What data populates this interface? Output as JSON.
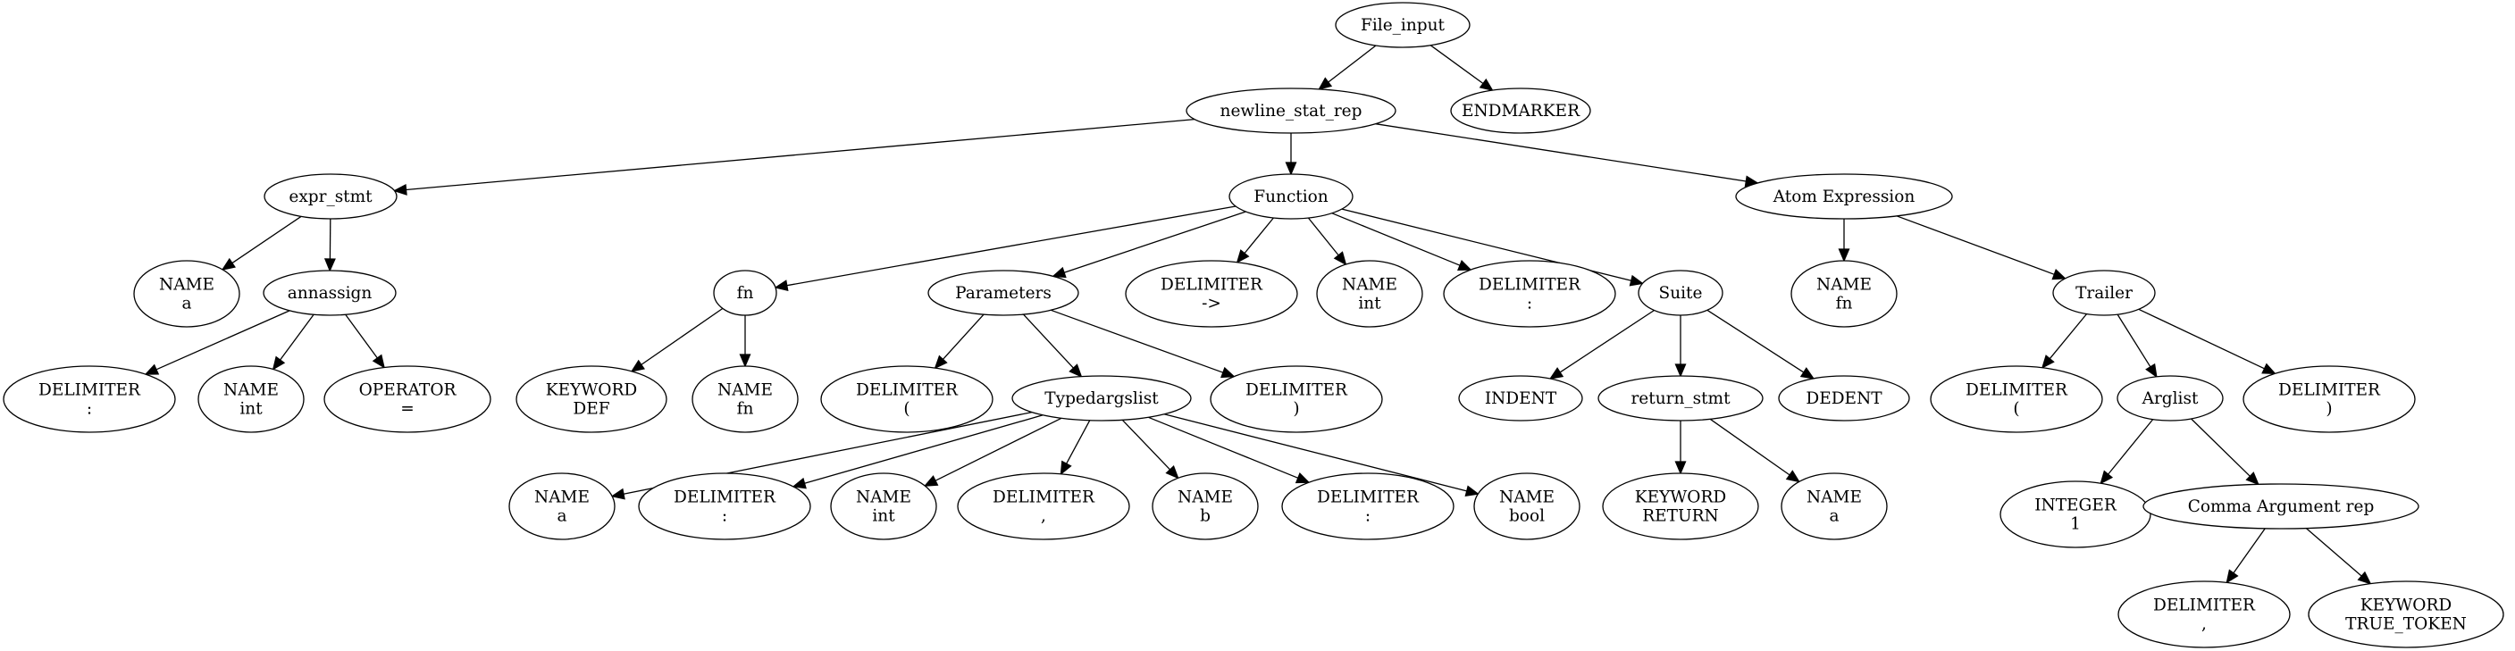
{
  "nodes": {
    "file_input": [
      "File_input"
    ],
    "newline_stat_rep": [
      "newline_stat_rep"
    ],
    "endmarker": [
      "ENDMARKER"
    ],
    "expr_stmt": [
      "expr_stmt"
    ],
    "function": [
      "Function"
    ],
    "atom_expression": [
      "Atom Expression"
    ],
    "name_a_1": [
      "NAME",
      "a"
    ],
    "annassign": [
      "annassign"
    ],
    "delim_colon_1": [
      "DELIMITER",
      ":"
    ],
    "name_int_1": [
      "NAME",
      "int"
    ],
    "operator_eq": [
      "OPERATOR",
      "="
    ],
    "fn": [
      "fn"
    ],
    "keyword_def": [
      "KEYWORD",
      "DEF"
    ],
    "name_fn_1": [
      "NAME",
      "fn"
    ],
    "parameters": [
      "Parameters"
    ],
    "delim_lparen_1": [
      "DELIMITER",
      "("
    ],
    "typedargslist": [
      "Typedargslist"
    ],
    "delim_rparen_1": [
      "DELIMITER",
      ")"
    ],
    "name_a_2": [
      "NAME",
      "a"
    ],
    "delim_colon_2": [
      "DELIMITER",
      ":"
    ],
    "name_int_2": [
      "NAME",
      "int"
    ],
    "delim_comma_1": [
      "DELIMITER",
      ","
    ],
    "name_b": [
      "NAME",
      "b"
    ],
    "delim_colon_3": [
      "DELIMITER",
      ":"
    ],
    "name_bool": [
      "NAME",
      "bool"
    ],
    "delim_arrow": [
      "DELIMITER",
      "->"
    ],
    "name_int_3": [
      "NAME",
      "int"
    ],
    "delim_colon_4": [
      "DELIMITER",
      ":"
    ],
    "suite": [
      "Suite"
    ],
    "indent": [
      "INDENT"
    ],
    "return_stmt": [
      "return_stmt"
    ],
    "dedent": [
      "DEDENT"
    ],
    "keyword_return": [
      "KEYWORD",
      "RETURN"
    ],
    "name_a_3": [
      "NAME",
      "a"
    ],
    "name_fn_2": [
      "NAME",
      "fn"
    ],
    "trailer": [
      "Trailer"
    ],
    "delim_lparen_2": [
      "DELIMITER",
      "("
    ],
    "arglist": [
      "Arglist"
    ],
    "delim_rparen_2": [
      "DELIMITER",
      ")"
    ],
    "integer_1": [
      "INTEGER",
      "1"
    ],
    "comma_argument_rep": [
      "Comma Argument rep"
    ],
    "delim_comma_2": [
      "DELIMITER",
      ","
    ],
    "keyword_true_token": [
      "KEYWORD",
      "TRUE_TOKEN"
    ]
  },
  "edges": [
    [
      "file_input",
      "newline_stat_rep"
    ],
    [
      "file_input",
      "endmarker"
    ],
    [
      "newline_stat_rep",
      "expr_stmt"
    ],
    [
      "newline_stat_rep",
      "function"
    ],
    [
      "newline_stat_rep",
      "atom_expression"
    ],
    [
      "expr_stmt",
      "name_a_1"
    ],
    [
      "expr_stmt",
      "annassign"
    ],
    [
      "annassign",
      "delim_colon_1"
    ],
    [
      "annassign",
      "name_int_1"
    ],
    [
      "annassign",
      "operator_eq"
    ],
    [
      "function",
      "fn"
    ],
    [
      "function",
      "parameters"
    ],
    [
      "function",
      "delim_arrow"
    ],
    [
      "function",
      "name_int_3"
    ],
    [
      "function",
      "delim_colon_4"
    ],
    [
      "function",
      "suite"
    ],
    [
      "fn",
      "keyword_def"
    ],
    [
      "fn",
      "name_fn_1"
    ],
    [
      "parameters",
      "delim_lparen_1"
    ],
    [
      "parameters",
      "typedargslist"
    ],
    [
      "parameters",
      "delim_rparen_1"
    ],
    [
      "typedargslist",
      "name_a_2"
    ],
    [
      "typedargslist",
      "delim_colon_2"
    ],
    [
      "typedargslist",
      "name_int_2"
    ],
    [
      "typedargslist",
      "delim_comma_1"
    ],
    [
      "typedargslist",
      "name_b"
    ],
    [
      "typedargslist",
      "delim_colon_3"
    ],
    [
      "typedargslist",
      "name_bool"
    ],
    [
      "suite",
      "indent"
    ],
    [
      "suite",
      "return_stmt"
    ],
    [
      "suite",
      "dedent"
    ],
    [
      "return_stmt",
      "keyword_return"
    ],
    [
      "return_stmt",
      "name_a_3"
    ],
    [
      "atom_expression",
      "name_fn_2"
    ],
    [
      "atom_expression",
      "trailer"
    ],
    [
      "trailer",
      "delim_lparen_2"
    ],
    [
      "trailer",
      "arglist"
    ],
    [
      "trailer",
      "delim_rparen_2"
    ],
    [
      "arglist",
      "integer_1"
    ],
    [
      "arglist",
      "comma_argument_rep"
    ],
    [
      "comma_argument_rep",
      "delim_comma_2"
    ],
    [
      "comma_argument_rep",
      "keyword_true_token"
    ]
  ]
}
